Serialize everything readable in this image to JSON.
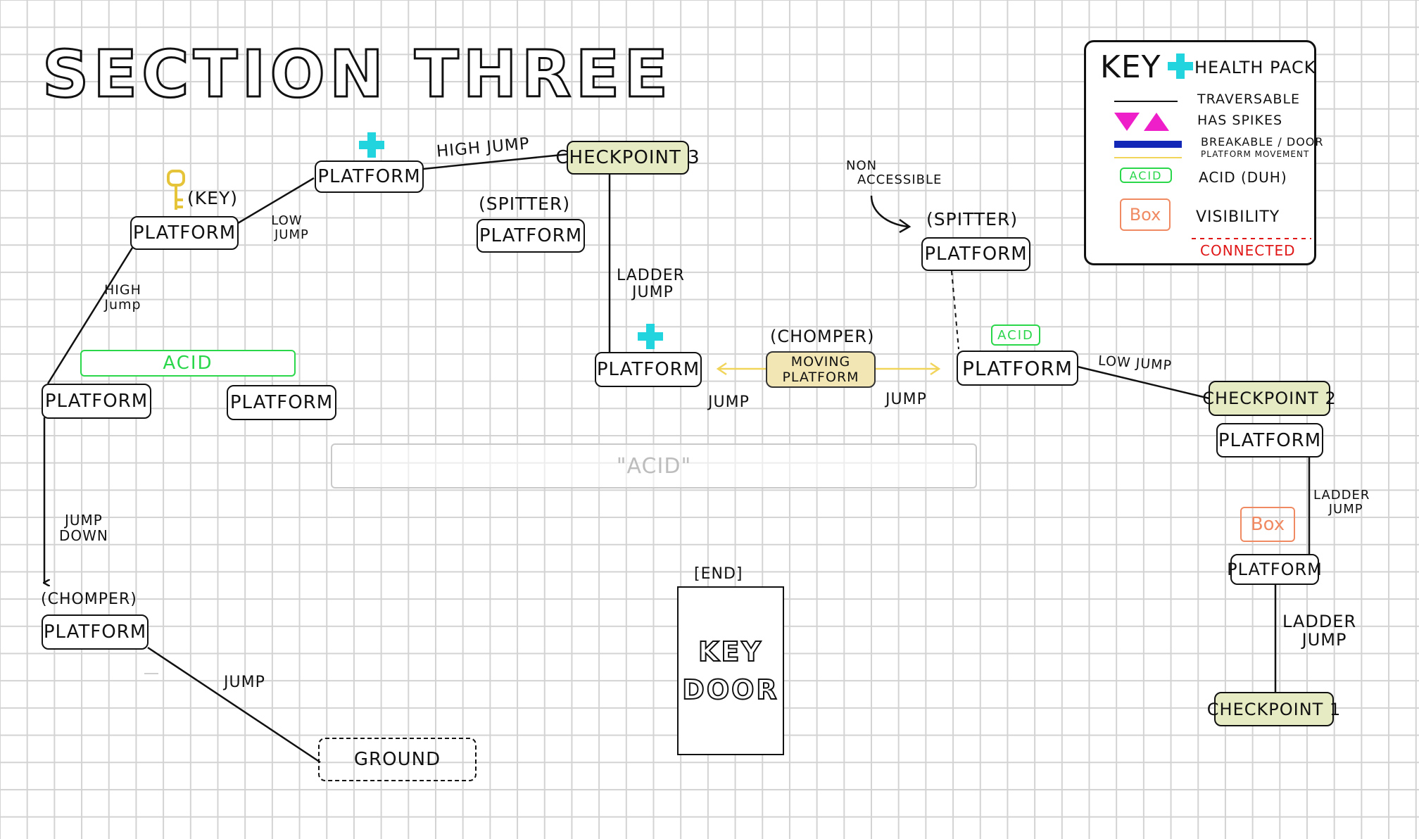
{
  "title": "SECTION THREE",
  "colors": {
    "health": "#21d4de",
    "key": "#e6c43a",
    "acid": "#2ad64a",
    "spikes": "#ee1fc9",
    "breakable": "#1428b8",
    "movement": "#f1d45a",
    "box": "#f08a62",
    "connected": "#e01515",
    "checkpoint": "#e6ebc3"
  },
  "nodes": {
    "p_key": "PLATFORM",
    "p_top": "PLATFORM",
    "cp3": "CHECKPOINT 3",
    "p_spitter1": "PLATFORM",
    "p_left": "PLATFORM",
    "p_left2": "PLATFORM",
    "p_ladder": "PLATFORM",
    "moving": [
      "MOVING",
      "PLATFORM"
    ],
    "p_center": "PLATFORM",
    "p_spitter2": "PLATFORM",
    "cp2": "CHECKPOINT 2",
    "p_cp2": "PLATFORM",
    "p_box": "PLATFORM",
    "cp1": "CHECKPOINT 1",
    "p_chomper": "PLATFORM",
    "ground": "GROUND"
  },
  "labels": {
    "key_tag": "(KEY)",
    "spitter": "(SPITTER)",
    "chomper": "(CHOMPER)",
    "low_jump_a": [
      "LOW",
      "JUMP"
    ],
    "high_jump_top": "HIGH JUMP",
    "high_jump_left": [
      "HIGH",
      "Jump"
    ],
    "ladder_jump": [
      "LADDER",
      "JUMP"
    ],
    "jump": "JUMP",
    "jump_down": [
      "JUMP",
      "DOWN"
    ],
    "non_accessible": [
      "NON",
      "ACCESSIBLE"
    ],
    "low_jump_b": "LOW JUMP",
    "end": "[END]",
    "door": [
      "KEY",
      "DOOR"
    ],
    "acid": "ACID",
    "acid_ghost": "\"ACID\"",
    "box": "Box"
  },
  "legend": {
    "heading": "KEY",
    "health_pack": "HEALTH PACK",
    "traversable": "TRAVERSABLE",
    "has_spikes": "HAS SPIKES",
    "breakable": "BREAKABLE / DOOR",
    "platform_movement": "PLATFORM MOVEMENT",
    "acid_sample": "ACID",
    "acid_desc": "ACID (DUH)",
    "box_sample": "Box",
    "visibility": "VISIBILITY",
    "connected": "CONNECTED"
  }
}
